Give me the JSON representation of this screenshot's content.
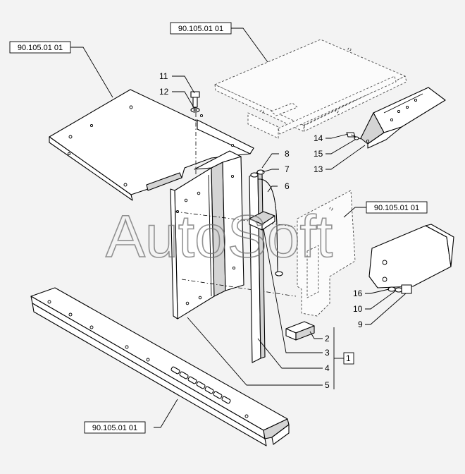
{
  "watermark": "AutoSoft",
  "references": {
    "ref_top_center": "90.105.01 01",
    "ref_top_left": "90.105.01 01",
    "ref_mid_right": "90.105.01 01",
    "ref_bottom": "90.105.01 01"
  },
  "parts": {
    "p1": "1",
    "p2": "2",
    "p3": "3",
    "p4": "4",
    "p5": "5",
    "p6": "6",
    "p7": "7",
    "p8": "8",
    "p9": "9",
    "p10": "10",
    "p11": "11",
    "p12": "12",
    "p13": "13",
    "p14": "14",
    "p15": "15",
    "p16": "16"
  }
}
